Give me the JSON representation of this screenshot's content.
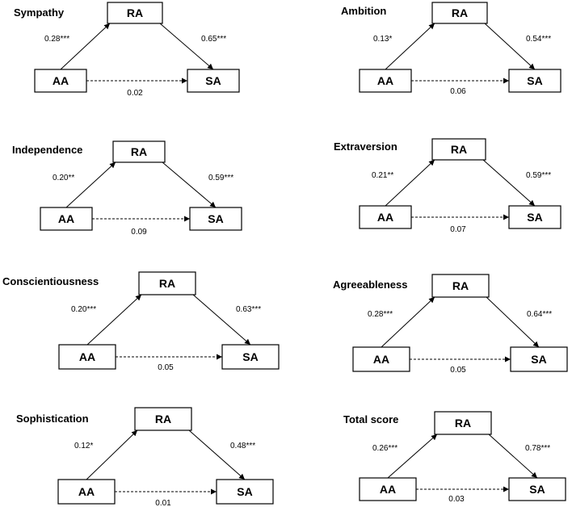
{
  "labels": {
    "mediator": "RA",
    "predictor": "AA",
    "outcome": "SA"
  },
  "panels": [
    {
      "title": "Sympathy",
      "a_path": "0.28***",
      "b_path": "0.65***",
      "c_path": "0.02"
    },
    {
      "title": "Ambition",
      "a_path": "0.13*",
      "b_path": "0.54***",
      "c_path": "0.06"
    },
    {
      "title": "Independence",
      "a_path": "0.20**",
      "b_path": "0.59***",
      "c_path": "0.09"
    },
    {
      "title": "Extraversion",
      "a_path": "0.21**",
      "b_path": "0.59***",
      "c_path": "0.07"
    },
    {
      "title": "Conscientiousness",
      "a_path": "0.20***",
      "b_path": "0.63***",
      "c_path": "0.05"
    },
    {
      "title": "Agreeableness",
      "a_path": "0.28***",
      "b_path": "0.64***",
      "c_path": "0.05"
    },
    {
      "title": "Sophistication",
      "a_path": "0.12*",
      "b_path": "0.48***",
      "c_path": "0.01"
    },
    {
      "title": "Total score",
      "a_path": "0.26***",
      "b_path": "0.78***",
      "c_path": "0.03"
    }
  ]
}
